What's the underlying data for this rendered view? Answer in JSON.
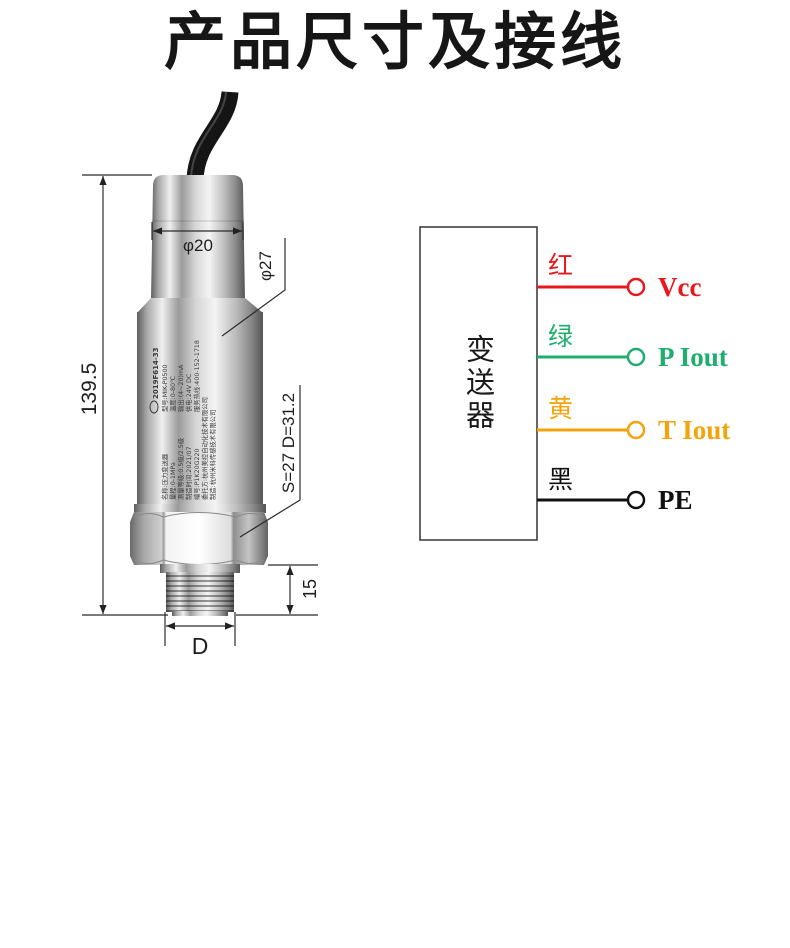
{
  "title": "产品尺寸及接线",
  "dimensions": {
    "total_length": "139.5",
    "cap_diameter": "φ20",
    "body_diameter": "φ27",
    "hex_size": "S=27 D=31.2",
    "thread_length": "15",
    "thread_diameter": "D"
  },
  "sensor_label": {
    "serial": "2019F614-33",
    "lines_lower": [
      "名称:压力变送器",
      "量程:0-1MPa",
      "测量等级:0.5级/2.5级",
      "制造时间:2021/07",
      "编号:P1K20G220"
    ],
    "lines_upper": [
      "型号:MIK-P0500",
      "温度:0-80℃",
      "输出:(4~20)mA",
      "供电:24V DC",
      "服务热线:400-152-1718"
    ],
    "lines_full": [
      "委托方:杭州美控自动化技术有限公司",
      "制造:杭州米科传感技术有限公司"
    ]
  },
  "wiring": {
    "device": "变送器",
    "wires": [
      {
        "color_name": "红",
        "signal": "Vcc",
        "color": "#e8191e"
      },
      {
        "color_name": "绿",
        "signal": "P Iout",
        "color": "#1fae6e"
      },
      {
        "color_name": "黄",
        "signal": "T Iout",
        "color": "#f5a30a"
      },
      {
        "color_name": "黑",
        "signal": "PE",
        "color": "#111111"
      }
    ]
  }
}
